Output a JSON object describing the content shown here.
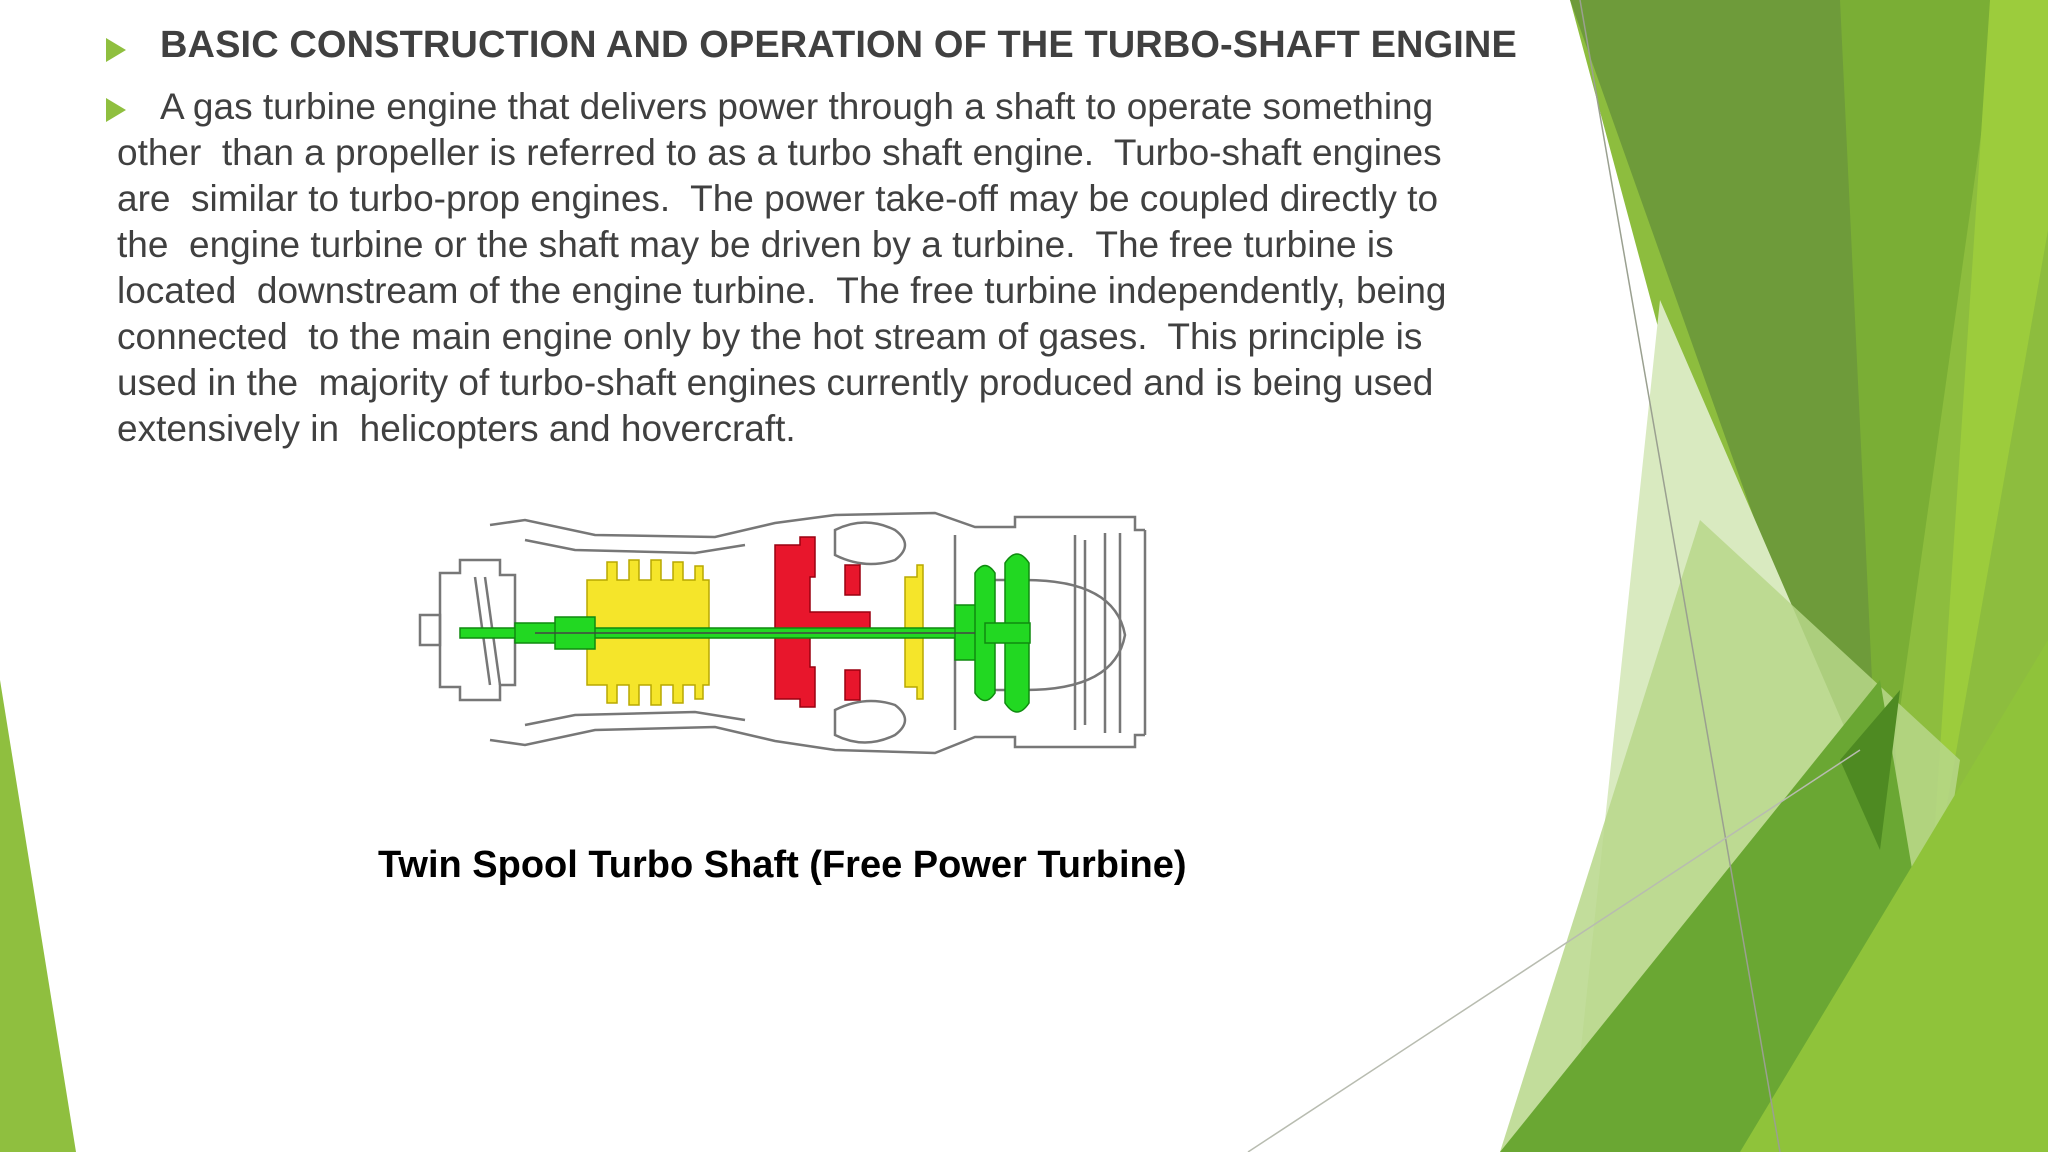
{
  "slide": {
    "title": "BASIC CONSTRUCTION AND OPERATION OF THE TURBO-SHAFT ENGINE",
    "body_lines": [
      "A gas turbine engine that delivers power through a shaft to operate something",
      "other  than a propeller is referred to as a turbo shaft engine.  Turbo-shaft engines",
      "are  similar to turbo-prop engines.  The power take-off may be coupled directly to",
      "the  engine turbine or the shaft may be driven by a turbine.  The free turbine is",
      "located  downstream of the engine turbine.  The free turbine independently, being",
      "connected  to the main engine only by the hot stream of gases.  This principle is",
      "used in the  majority of turbo-shaft engines currently produced and is being used",
      "extensively in  helicopters and hovercraft."
    ],
    "figure_caption": "Twin Spool Turbo Shaft (Free Power Turbine)",
    "bullet_icon": "triangle-bullet-icon"
  },
  "colors": {
    "bullet": "#8fbf3f",
    "text": "#404040",
    "caption": "#000000",
    "accent_green_dark": "#5f8f2f",
    "accent_green": "#7fb83a",
    "accent_green_light": "#c8e0a0",
    "engine_compressor": "#f5e52a",
    "engine_turbine": "#e8162c",
    "engine_shaft": "#22d822"
  }
}
